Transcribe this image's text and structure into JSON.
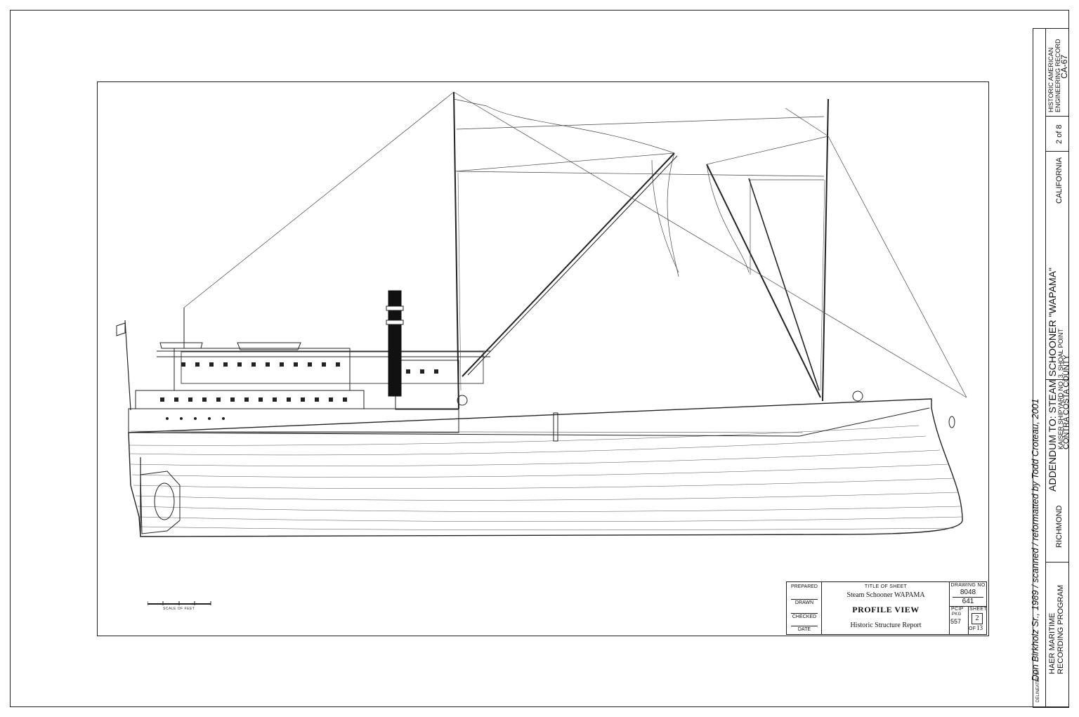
{
  "title_block": {
    "prepared": "PREPARED",
    "drawn": "DRAWN",
    "checked": "CHECKED",
    "date": "DATE",
    "title_of_sheet_label": "TITLE OF SHEET",
    "vessel": "Steam Schooner WAPAMA",
    "view": "PROFILE VIEW",
    "report": "Historic Structure Report",
    "drawing_no_label": "DRAWING NO",
    "drawing_no": "8048",
    "sub_no": "641",
    "pcip_label": "PCIP",
    "pkg_label": "PKG",
    "pkg_no": "557",
    "sheet_label": "SHEET",
    "sheet_no": "2",
    "of_label": "OF",
    "of_total": "13"
  },
  "scale_label": "SCALE OF FEET",
  "credits": {
    "delineated_by_label": "DELINEATED BY:",
    "delineated_by": "Don Birkholz Sr., 1989 / scanned / reformatted by Todd Croteau, 2001"
  },
  "sidebar": {
    "program_line1": "HAER MARITIME",
    "program_line2": "RECORDING PROGRAM",
    "title": "ADDENDUM TO: STEAM SCHOONER \"WAPAMA\"",
    "location1": "KAISER SHIPYARD NO. 3, SHOAL POINT",
    "location2": "CONTRA COSTA COUNTY",
    "city": "RICHMOND",
    "state": "CALIFORNIA",
    "sheet": "2 of 8",
    "record_line1": "HISTORIC AMERICAN",
    "record_line2": "ENGINEERING RECORD",
    "record_id": "CA-67"
  }
}
